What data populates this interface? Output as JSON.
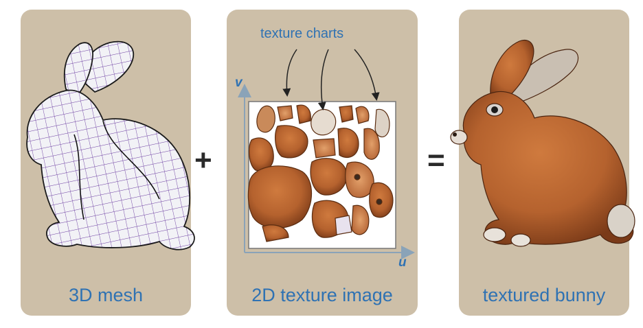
{
  "panels": {
    "mesh": {
      "caption": "3D mesh"
    },
    "texture": {
      "caption": "2D texture image",
      "charts_label": "texture charts",
      "axis_u": "u",
      "axis_v": "v"
    },
    "result": {
      "caption": "textured bunny"
    }
  },
  "operators": {
    "plus": "+",
    "equals": "="
  },
  "colors": {
    "panel_bg": "#cdbfa8",
    "caption_blue": "#2f72b3",
    "fur": "#b5622e",
    "mesh_white": "#f2f2f6",
    "mesh_grid": "#6a3aa0"
  }
}
